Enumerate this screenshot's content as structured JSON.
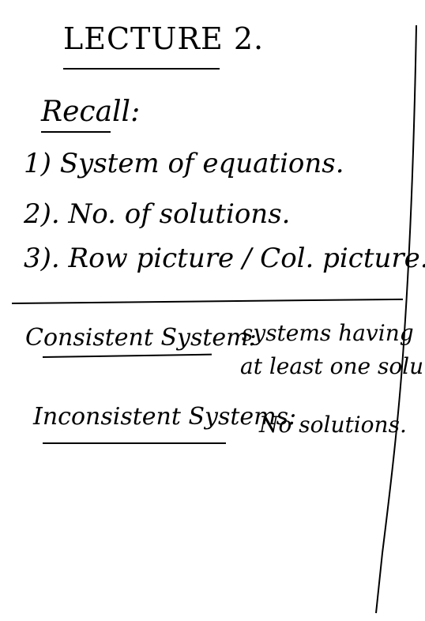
{
  "lecture": {
    "title": "LECTURE 2."
  },
  "recall": {
    "heading": "Recall:",
    "items": [
      {
        "text": "1) System of equations."
      },
      {
        "text": "2). No. of solutions."
      },
      {
        "text": "3). Row picture / Col. picture."
      }
    ]
  },
  "definitions": [
    {
      "term": "Consistent System:",
      "meaning_line1": "systems having",
      "meaning_line2": "at least one solu"
    },
    {
      "term": "Inconsistent Systems:",
      "meaning_line1": "No solutions."
    }
  ]
}
